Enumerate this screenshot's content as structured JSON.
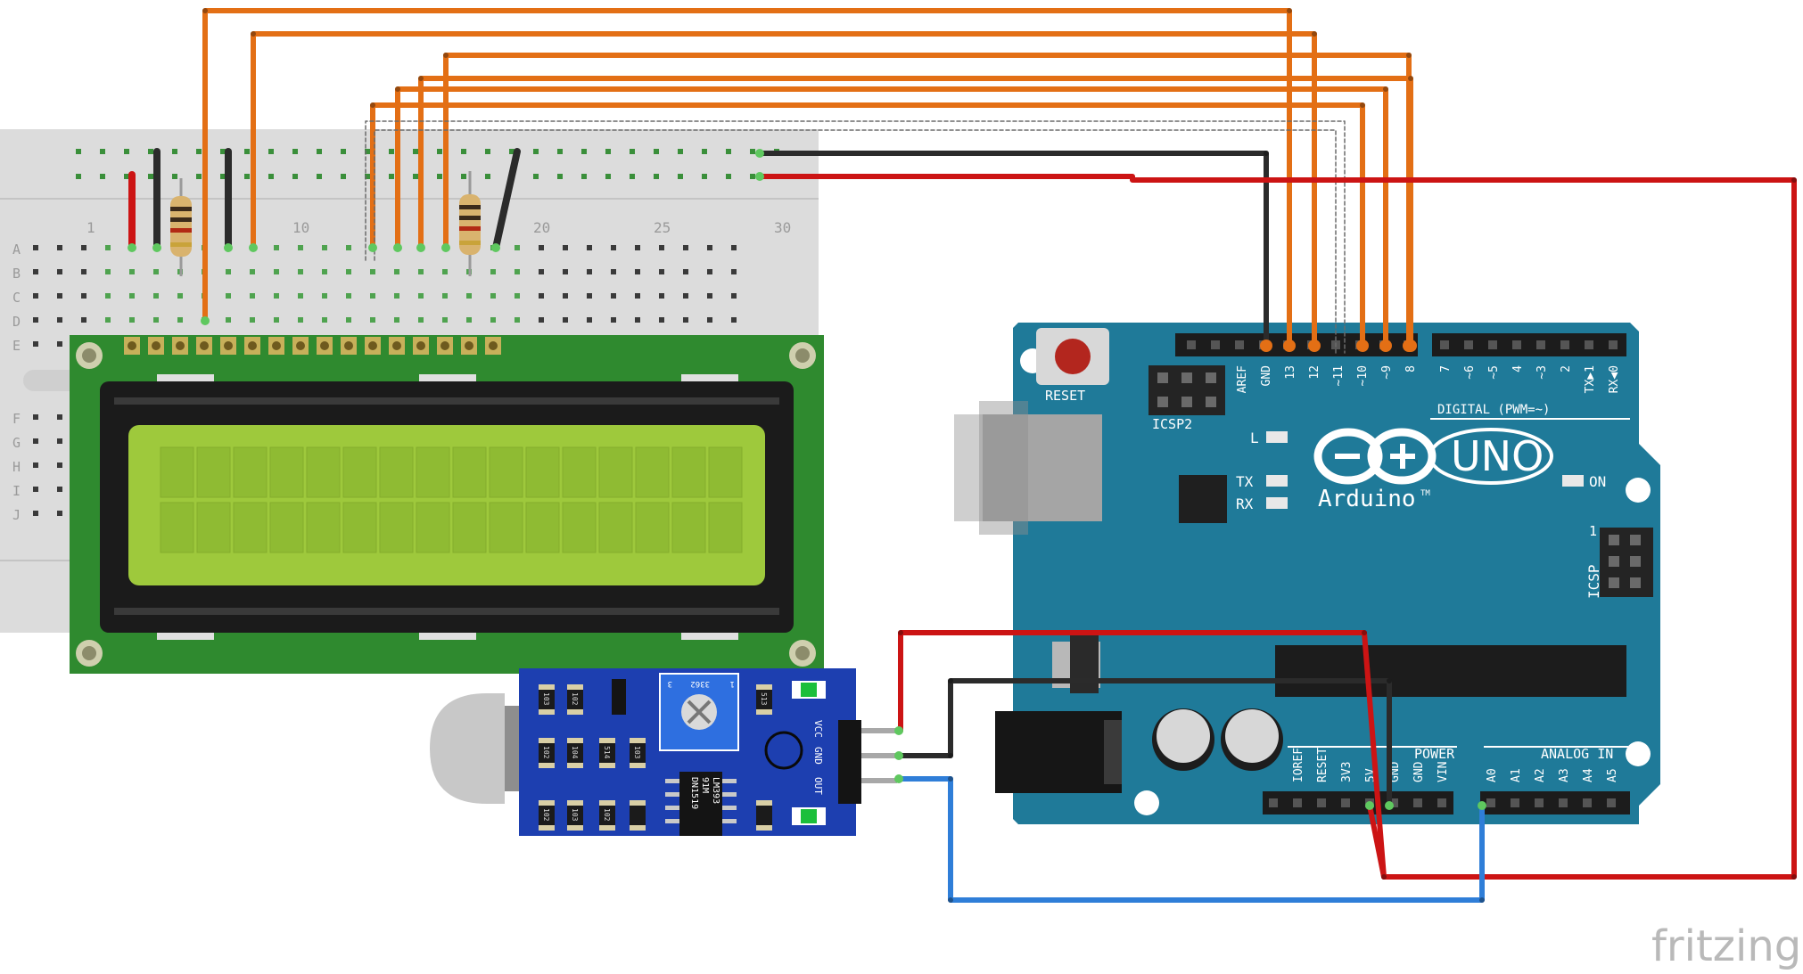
{
  "breadboard": {
    "column_numbers": [
      "1",
      "10",
      "20",
      "25",
      "30"
    ],
    "row_letters_top": [
      "A",
      "B",
      "C",
      "D",
      "E"
    ],
    "row_letters_bottom": [
      "F",
      "G",
      "H",
      "I",
      "J"
    ]
  },
  "arduino": {
    "reset_label": "RESET",
    "icsp2_label": "ICSP2",
    "icsp_label": "ICSP",
    "icsp_pin1": "1",
    "digital_label": "DIGITAL (PWM=~)",
    "digital_pins": [
      "AREF",
      "GND",
      "13",
      "12",
      "~11",
      "~10",
      "~9",
      "8",
      "7",
      "~6",
      "~5",
      "4",
      "~3",
      "2",
      "TX▶1",
      "RX◀0"
    ],
    "led_l": "L",
    "led_tx": "TX",
    "led_rx": "RX",
    "on_label": "ON",
    "uno_label": "UNO",
    "brand": "Arduino",
    "brand_tm": "TM",
    "power_label": "POWER",
    "power_pins": [
      "IOREF",
      "RESET",
      "3V3",
      "5V",
      "GND",
      "GND",
      "VIN"
    ],
    "analog_label": "ANALOG IN",
    "analog_pins": [
      "A0",
      "A1",
      "A2",
      "A3",
      "A4",
      "A5"
    ]
  },
  "sound_sensor": {
    "pins": [
      "VCC",
      "GND",
      "OUT"
    ],
    "chip_text": [
      "LM393",
      "91M",
      "DN1519"
    ],
    "pot_text": [
      "3362",
      "1",
      "3"
    ],
    "smd_labels": [
      "103",
      "102",
      "513",
      "102",
      "104",
      "514",
      "103",
      "102",
      "103",
      "102"
    ]
  },
  "watermark": "fritzing",
  "colors": {
    "wire_orange": "#e36f15",
    "wire_red": "#cc1414",
    "wire_black": "#2b2b2b",
    "wire_blue": "#2f7ed8",
    "arduino_board": "#1f7a99",
    "lcd_pcb": "#2f8a2f",
    "lcd_screen": "#9ec93c",
    "sensor_board": "#1d3fb0",
    "breadboard": "#dcdcdc"
  }
}
